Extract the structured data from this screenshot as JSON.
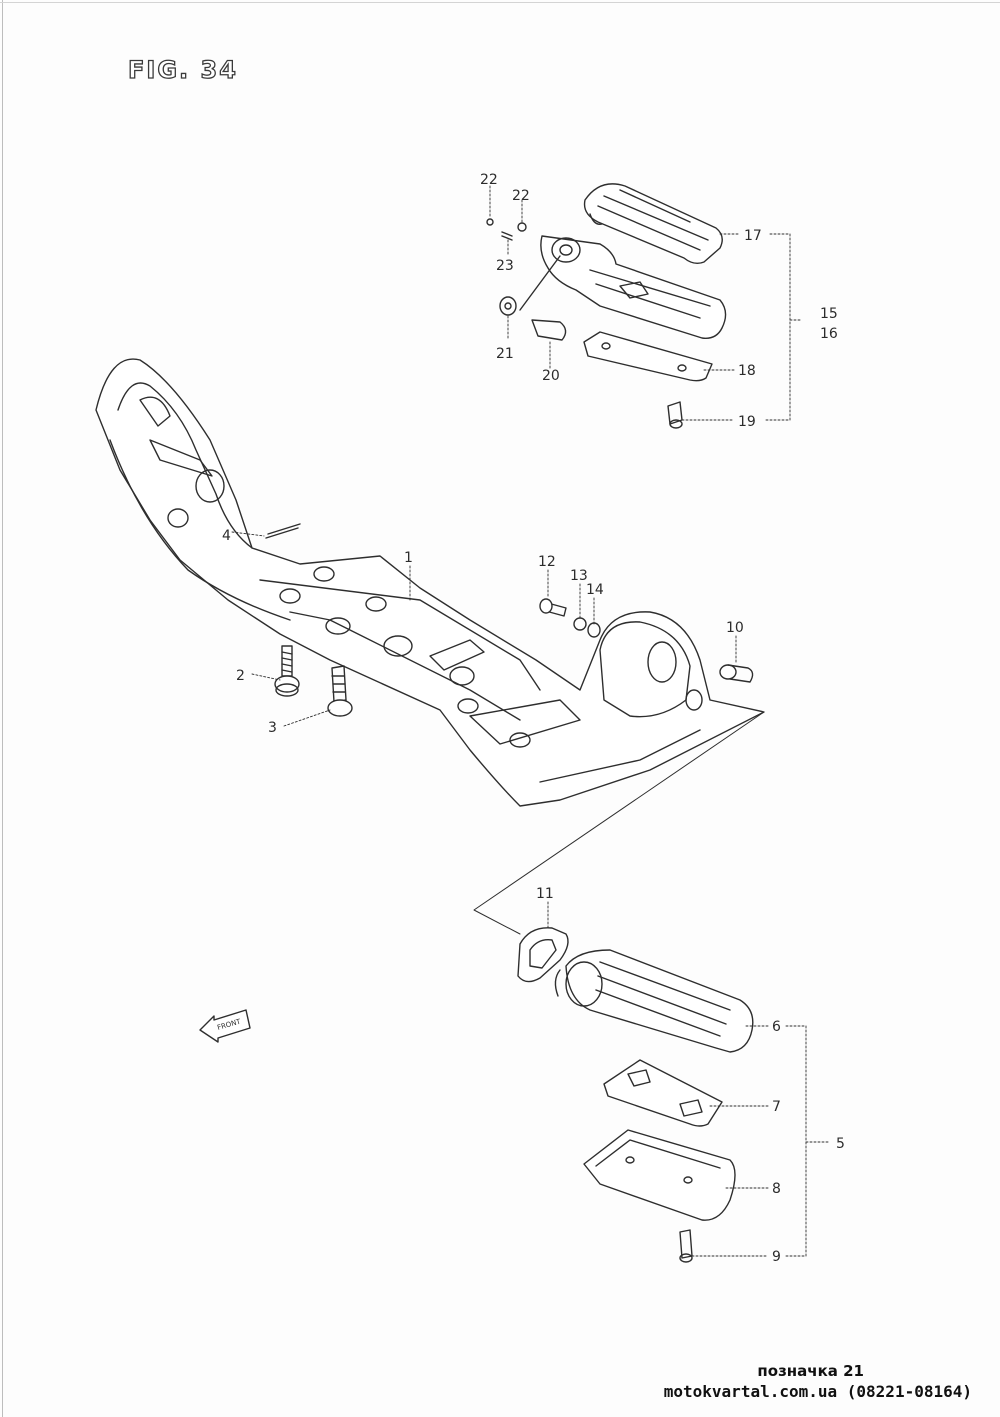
{
  "figure": {
    "title": "FIG. 34"
  },
  "callouts": [
    {
      "id": "1",
      "label": "1"
    },
    {
      "id": "2",
      "label": "2"
    },
    {
      "id": "3",
      "label": "3"
    },
    {
      "id": "4",
      "label": "4"
    },
    {
      "id": "5",
      "label": "5"
    },
    {
      "id": "6",
      "label": "6"
    },
    {
      "id": "7",
      "label": "7"
    },
    {
      "id": "8",
      "label": "8"
    },
    {
      "id": "9",
      "label": "9"
    },
    {
      "id": "10",
      "label": "10"
    },
    {
      "id": "11",
      "label": "11"
    },
    {
      "id": "12",
      "label": "12"
    },
    {
      "id": "13",
      "label": "13"
    },
    {
      "id": "14",
      "label": "14"
    },
    {
      "id": "15",
      "label": "15"
    },
    {
      "id": "16",
      "label": "16"
    },
    {
      "id": "17",
      "label": "17"
    },
    {
      "id": "18",
      "label": "18"
    },
    {
      "id": "19",
      "label": "19"
    },
    {
      "id": "20",
      "label": "20"
    },
    {
      "id": "21",
      "label": "21"
    },
    {
      "id": "22a",
      "label": "22"
    },
    {
      "id": "22b",
      "label": "22"
    },
    {
      "id": "23",
      "label": "23"
    }
  ],
  "front_marker": {
    "label": "FRONT",
    "icon": "front-direction-arrow-icon"
  },
  "footer": {
    "label": "позначка 21",
    "site": "motokvartal.com.ua (08221-08164)"
  }
}
